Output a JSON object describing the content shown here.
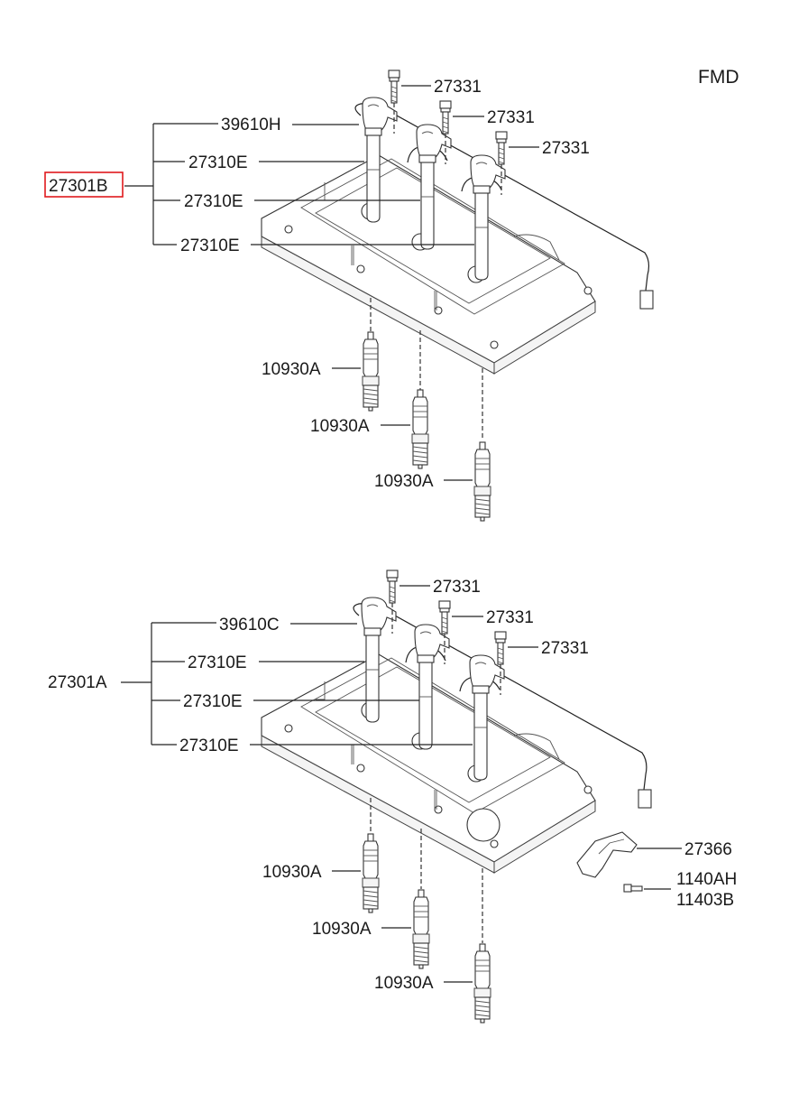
{
  "diagram_code": "FMD",
  "upper_assembly": {
    "assembly_label": "27301B",
    "harness_label": "39610H",
    "coil_labels": [
      "27310E",
      "27310E",
      "27310E"
    ],
    "bolt_labels": [
      "27331",
      "27331",
      "27331"
    ],
    "spark_plug_labels": [
      "10930A",
      "10930A",
      "10930A"
    ]
  },
  "lower_assembly": {
    "assembly_label": "27301A",
    "harness_label": "39610C",
    "coil_labels": [
      "27310E",
      "27310E",
      "27310E"
    ],
    "bolt_labels": [
      "27331",
      "27331",
      "27331"
    ],
    "spark_plug_labels": [
      "10930A",
      "10930A",
      "10930A"
    ],
    "bracket_label": "27366",
    "screw_labels": [
      "1140AH",
      "11403B"
    ]
  },
  "highlight_color": "#e0191d"
}
